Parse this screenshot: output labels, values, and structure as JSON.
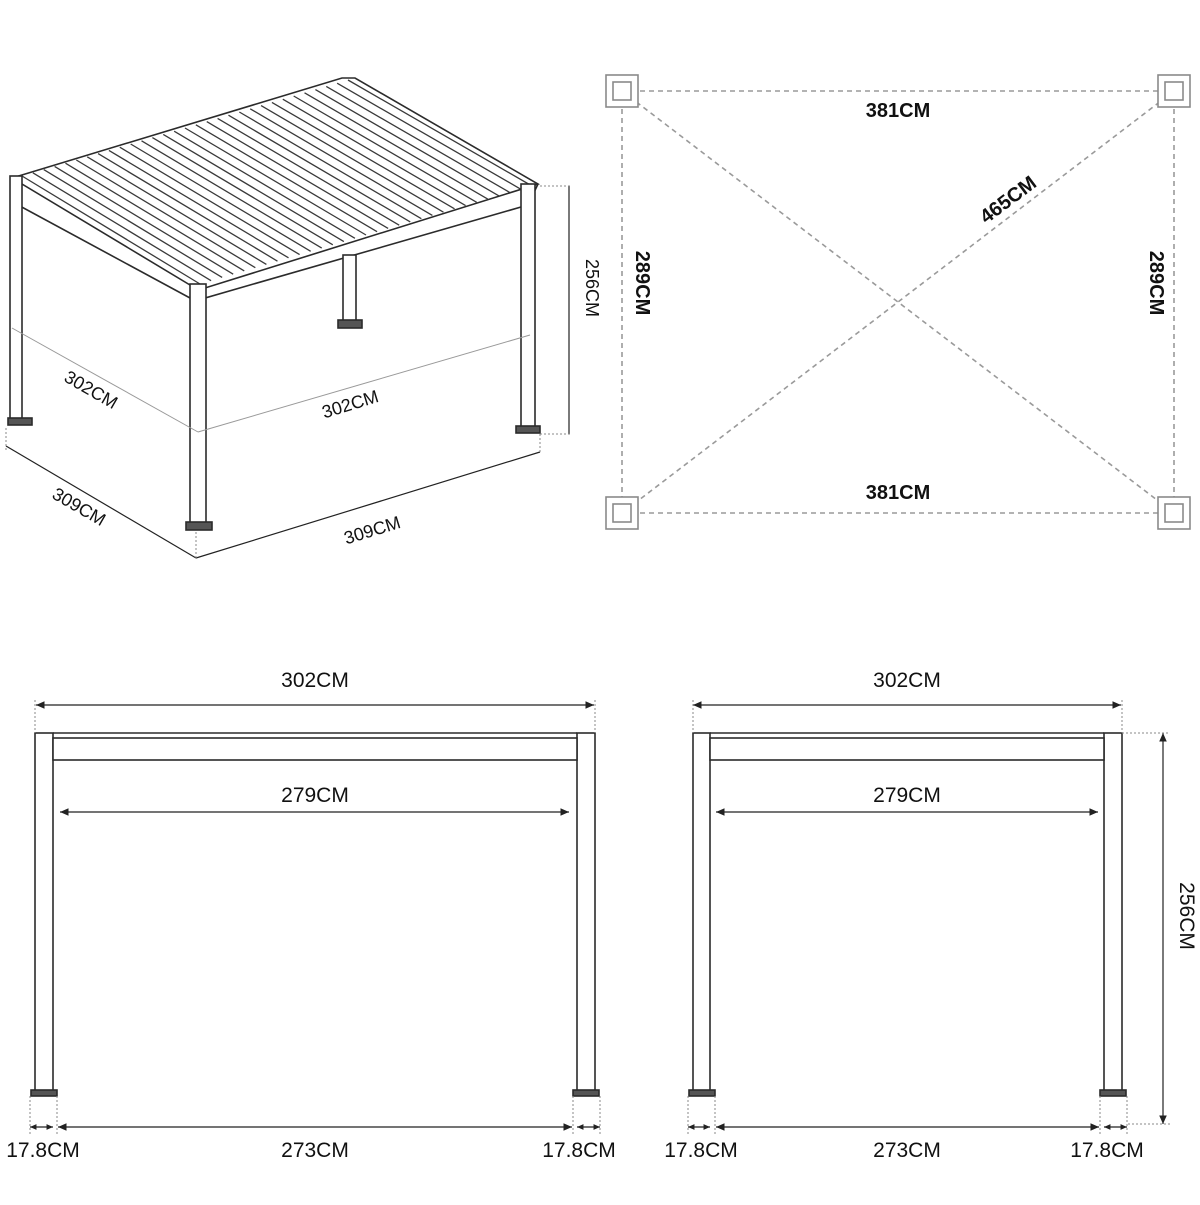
{
  "perspective": {
    "height": "256CM",
    "width_left": "302CM",
    "width_front": "302CM",
    "outer_left": "309CM",
    "outer_front": "309CM"
  },
  "plan": {
    "top": "381CM",
    "bottom": "381CM",
    "left": "289CM",
    "right": "289CM",
    "diagonal": "465CM"
  },
  "elevation_left": {
    "overall": "302CM",
    "inner": "279CM",
    "clear": "273CM",
    "post_left": "17.8CM",
    "post_right": "17.8CM"
  },
  "elevation_right": {
    "overall": "302CM",
    "inner": "279CM",
    "clear": "273CM",
    "post_left": "17.8CM",
    "post_right": "17.8CM",
    "height": "256CM"
  }
}
